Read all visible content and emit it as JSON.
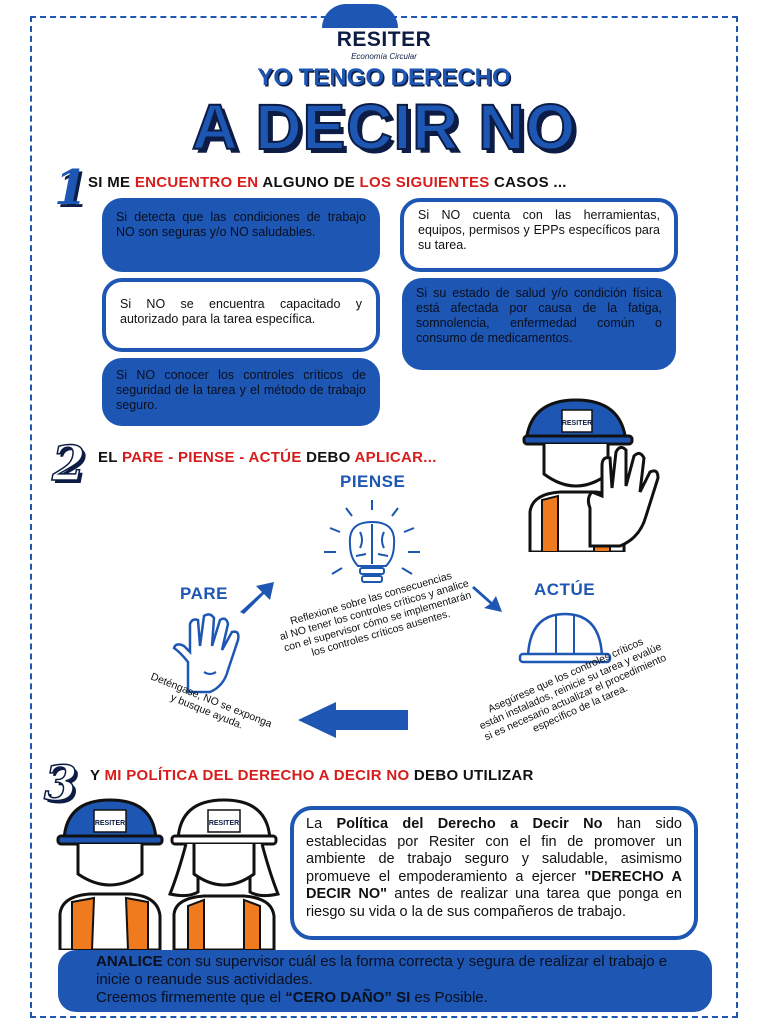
{
  "brand": {
    "name": "RESITER",
    "tagline": "Economía Circular"
  },
  "header": {
    "subtitle": "YO TENGO DERECHO",
    "title": "A DECIR NO"
  },
  "section1": {
    "number": "1",
    "heading": [
      {
        "text": "SI ME ",
        "red": false
      },
      {
        "text": "ENCUENTRO EN",
        "red": true
      },
      {
        "text": " ALGUNO DE ",
        "red": false
      },
      {
        "text": "LOS SIGUIENTES",
        "red": true
      },
      {
        "text": " CASOS ...",
        "red": false
      }
    ],
    "cases": [
      "Si detecta que las condiciones de trabajo NO son seguras y/o NO saludables.",
      "Si NO cuenta con las herramientas, equipos, permisos y EPPs específicos para su tarea.",
      "Si NO se encuentra capacitado y autorizado para la tarea específica.",
      "Si su estado de salud y/o condición física está afectada por causa de la fatiga, somnolencia, enfermedad común o consumo de medicamentos.",
      "Si NO conocer los controles críticos de seguridad de la tarea y el método de trabajo seguro."
    ]
  },
  "section2": {
    "number": "2",
    "heading": [
      {
        "text": "EL ",
        "red": false
      },
      {
        "text": "PARE - PIENSE - ACTÚE",
        "red": true
      },
      {
        "text": " DEBO ",
        "red": false
      },
      {
        "text": "APLICAR...",
        "red": true
      }
    ],
    "piense": {
      "label": "PIENSE",
      "lines": [
        "Reflexione sobre las consecuencias",
        "al NO tener los controles críticos y analice",
        "con el supervisor cómo se implementarán",
        "los controles críticos ausentes."
      ]
    },
    "pare": {
      "label": "PARE",
      "lines": [
        "Deténgase, NO se exponga",
        "y busque ayuda."
      ]
    },
    "actue": {
      "label": "ACTÚE",
      "lines": [
        "Asegúrese que los controles críticos",
        "están instalados, reinicie su tarea y evalúe",
        "si es necesario actualizar el procedimiento",
        "específico de la tarea."
      ]
    },
    "helmet_badge": "RESITER"
  },
  "section3": {
    "number": "3",
    "heading": [
      {
        "text": "Y ",
        "red": false
      },
      {
        "text": "MI POLÍTICA DEL DERECHO A DECIR NO",
        "red": true
      },
      {
        "text": " DEBO UTILIZAR",
        "red": false
      }
    ],
    "policy": {
      "p1": "La ",
      "b1": "Política del Derecho a Decir No",
      "p2": " han sido establecidas por Resiter con el fin de promover un ambiente de trabajo seguro y saludable, asimismo promueve el empoderamiento a ejercer ",
      "b2": "\"DERECHO A DECIR NO\"",
      "p3": " antes de realizar una tarea que ponga en riesgo su vida o la de sus compañeros de trabajo."
    },
    "footer": {
      "b1": "ANALICE",
      "p1": " con su supervisor cuál es la forma correcta y segura de realizar el trabajo e inicie o reanude sus actividades.",
      "p2": "Creemos firmemente que el ",
      "b2": "“CERO DAÑO” SI",
      "p3": " es Posible."
    },
    "helmet_badge": "RESITER"
  },
  "colors": {
    "blue": "#1d56b3",
    "navy": "#0c1c44",
    "red": "#d81c1c",
    "orange": "#f07a1e"
  }
}
